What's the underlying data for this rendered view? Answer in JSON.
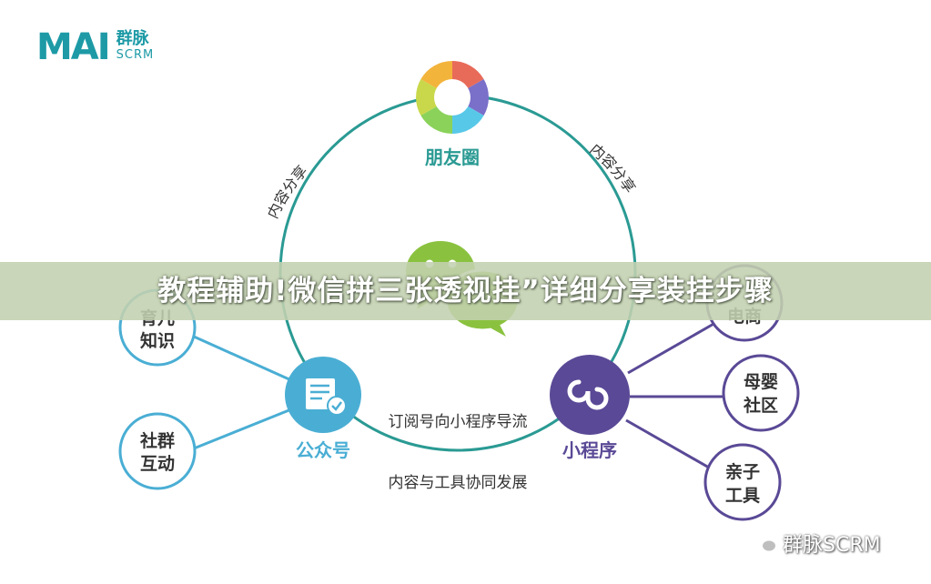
{
  "title": "教程辅助!微信拼三张透视挂”详细分享装挂步骤",
  "logo": {
    "mark": "MAI",
    "cn": "群脉",
    "en": "SCRM"
  },
  "watermark": "群脉SCRM",
  "nodes": {
    "moments": "朋友圈",
    "official": "公众号",
    "miniprogram": "小程序",
    "childcare": [
      "育儿",
      "知识"
    ],
    "community": [
      "社群",
      "互动"
    ],
    "ecommerce": "电商",
    "maternal": [
      "母婴",
      "社区"
    ],
    "parenting": [
      "亲子",
      "工具"
    ]
  },
  "edges": {
    "left_arc": "内容分享",
    "right_arc": "内容分享",
    "subscription_flow": "订阅号向小程序导流",
    "collab": "内容与工具协同发展"
  },
  "colors": {
    "teal": "#2a9a93",
    "official_blue": "#4aaed4",
    "mini_purple": "#5a4996",
    "wechat_green": "#8ac23f",
    "satellite_teal": "#4aaed4",
    "satellite_purple": "#5a4996"
  }
}
